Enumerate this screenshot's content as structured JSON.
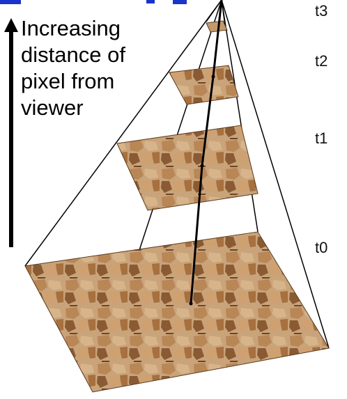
{
  "caption": {
    "lines": [
      "Increasing",
      "distance of",
      "pixel from",
      "viewer"
    ]
  },
  "levels": [
    {
      "label": "t3"
    },
    {
      "label": "t2"
    },
    {
      "label": "t1"
    },
    {
      "label": "t0"
    }
  ],
  "colors": {
    "stone_light": "#d9b48a",
    "stone_mid": "#b07a4a",
    "stone_dark": "#6b4526",
    "mortar": "#c9a37a",
    "lines": "#000000",
    "title_fragment": "#1a33cc"
  }
}
